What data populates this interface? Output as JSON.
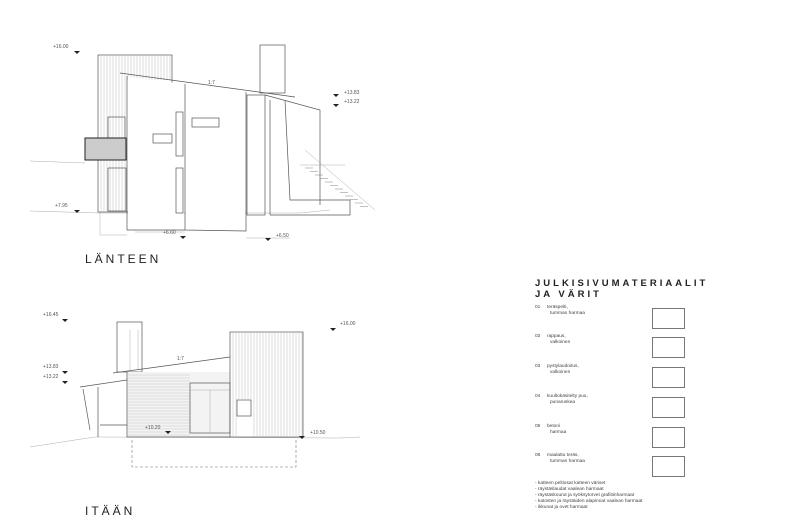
{
  "west_elevation": {
    "title": "LÄNTEEN",
    "slope": "1:7",
    "levels": [
      "+16.00",
      "+13.83",
      "+13.22",
      "+7.95",
      "+6.60",
      "+6.50"
    ]
  },
  "east_elevation": {
    "title": "ITÄÄN",
    "slope": "1:7",
    "levels": [
      "+16.45",
      "+13.83",
      "+13.22",
      "+16.00",
      "+10.20",
      "+10.50"
    ]
  },
  "materials": {
    "title_line1": "JULKISIVUMATERIAALIT",
    "title_line2": "JA VÄRIT",
    "items": [
      {
        "num": "01",
        "line1": "teräspelti,",
        "line2": "tumman harmaa"
      },
      {
        "num": "02",
        "line1": "rappaus,",
        "line2": "valkoinen"
      },
      {
        "num": "03",
        "line1": "pystylaudoitus,",
        "line2": "valkoinen"
      },
      {
        "num": "04",
        "line1": "kuultokäsitelty puu,",
        "line2": "punaruskea"
      },
      {
        "num": "05",
        "line1": "betoni",
        "line2": "harmaa"
      },
      {
        "num": "06",
        "line1": "maalattu teräs,",
        "line2": "tumman harmaa"
      }
    ],
    "notes": [
      "- katteen peltiosat katteen väriset",
      "- räystäslaudat vaalean harmaat",
      "- räystäskourut ja syöksytorvet grafiitinharmaat",
      "- katosten ja räystäiden alapinnat vaalean harmaat",
      "- ikkunat ja ovet harmaat"
    ]
  }
}
